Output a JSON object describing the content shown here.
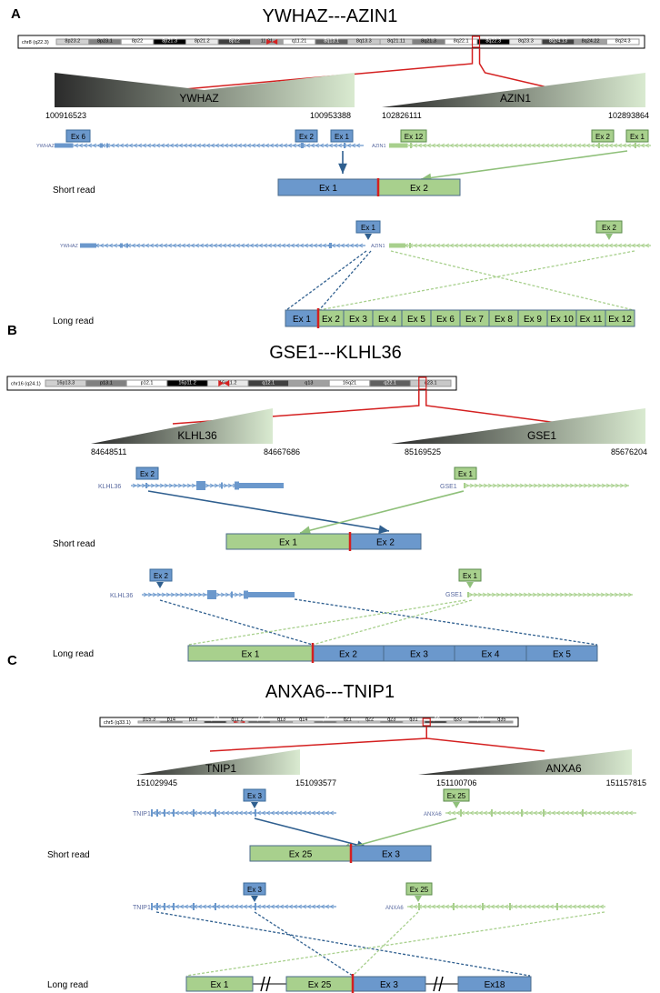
{
  "panels": [
    {
      "letter": "A",
      "title": "YWHAZ---AZIN1",
      "chrom_label": "chr8 (q22.3)",
      "bands": [
        "8p23.2",
        "8p23.1",
        "8p22",
        "8p21.3",
        "8p21.2",
        "8p12",
        "11.21",
        "q11.21",
        "8q13.1",
        "8q13.3",
        "8q21.11",
        "8q21.3",
        "8q22.1",
        "8q22.3",
        "8q23.3",
        "8q24.13",
        "8q24.22",
        "8q24.3"
      ],
      "gene1": {
        "name": "YWHAZ",
        "start": "100916523",
        "end": "100953388"
      },
      "gene2": {
        "name": "AZIN1",
        "start": "102826111",
        "end": "102893864"
      },
      "track1_label": "YWHAZ",
      "track2_label": "AZIN1",
      "exon_tags": {
        "g1a": "Ex 6",
        "g1b": "Ex 2",
        "g1c": "Ex 1",
        "g2a": "Ex 12",
        "g2b": "Ex 2",
        "g2c": "Ex 1"
      },
      "short_label": "Short read",
      "short_blocks": [
        "Ex 1",
        "Ex 2"
      ],
      "long_tags": {
        "g1": "Ex 1",
        "g2": "Ex 2"
      },
      "long_label": "Long read",
      "long_blocks": [
        "Ex 1",
        "Ex 2",
        "Ex 3",
        "Ex 4",
        "Ex 5",
        "Ex 6",
        "Ex 7",
        "Ex 8",
        "Ex 9",
        "Ex 10",
        "Ex 11",
        "Ex 12"
      ]
    },
    {
      "letter": "B",
      "title": "GSE1---KLHL36",
      "chrom_label": "chr16 (q24.1)",
      "bands": [
        "16p13.3",
        "p13.1",
        "p12.1",
        "16p11.2",
        "16q11.2",
        "q12.1",
        "q13",
        "16q21",
        "q22.1",
        "q23.1"
      ],
      "gene1": {
        "name": "KLHL36",
        "start": "84648511",
        "end": "84667686"
      },
      "gene2": {
        "name": "GSE1",
        "start": "85169525",
        "end": "85676204"
      },
      "track1_label": "KLHL36",
      "track2_label": "GSE1",
      "exon_tags": {
        "g1": "Ex 2",
        "g2": "Ex 1"
      },
      "short_label": "Short read",
      "short_blocks": [
        "Ex 1",
        "Ex 2"
      ],
      "long_tags": {
        "g1": "Ex 2",
        "g2": "Ex 1"
      },
      "long_label": "Long read",
      "long_blocks": [
        "Ex 1",
        "Ex 2",
        "Ex 3",
        "Ex 4",
        "Ex 5"
      ]
    },
    {
      "letter": "C",
      "title": "ANXA6---TNIP1",
      "chrom_label": "chr5 (q33.1)",
      "bands": [
        "p15.3",
        "p14",
        "p13",
        "p12",
        "q11.2",
        "q12",
        "q13",
        "q14",
        "q15",
        "q21",
        "q22",
        "q23",
        "q31",
        "q32",
        "q33",
        "q34",
        "q35"
      ],
      "gene1": {
        "name": "TNIP1",
        "start": "151029945",
        "end": "151093577"
      },
      "gene2": {
        "name": "ANXA6",
        "start": "151100706",
        "end": "151157815"
      },
      "track1_label": "TNIP1",
      "track2_label": "ANXA6",
      "exon_tags": {
        "g1": "Ex 3",
        "g2": "Ex 25"
      },
      "short_label": "Short read",
      "short_blocks": [
        "Ex 25",
        "Ex 3"
      ],
      "long_tags": {
        "g1": "Ex 3",
        "g2": "Ex 25"
      },
      "long_label": "Long read",
      "long_blocks": [
        "Ex 1",
        "Ex 25",
        "Ex 3",
        "Ex18"
      ]
    }
  ],
  "colors": {
    "blue": "#6b98cc",
    "blue_dark": "#2f5f8f",
    "green": "#a8d08d",
    "green_light": "#c5e0b3",
    "green_dark": "#6e9a56",
    "red": "#d42020"
  }
}
